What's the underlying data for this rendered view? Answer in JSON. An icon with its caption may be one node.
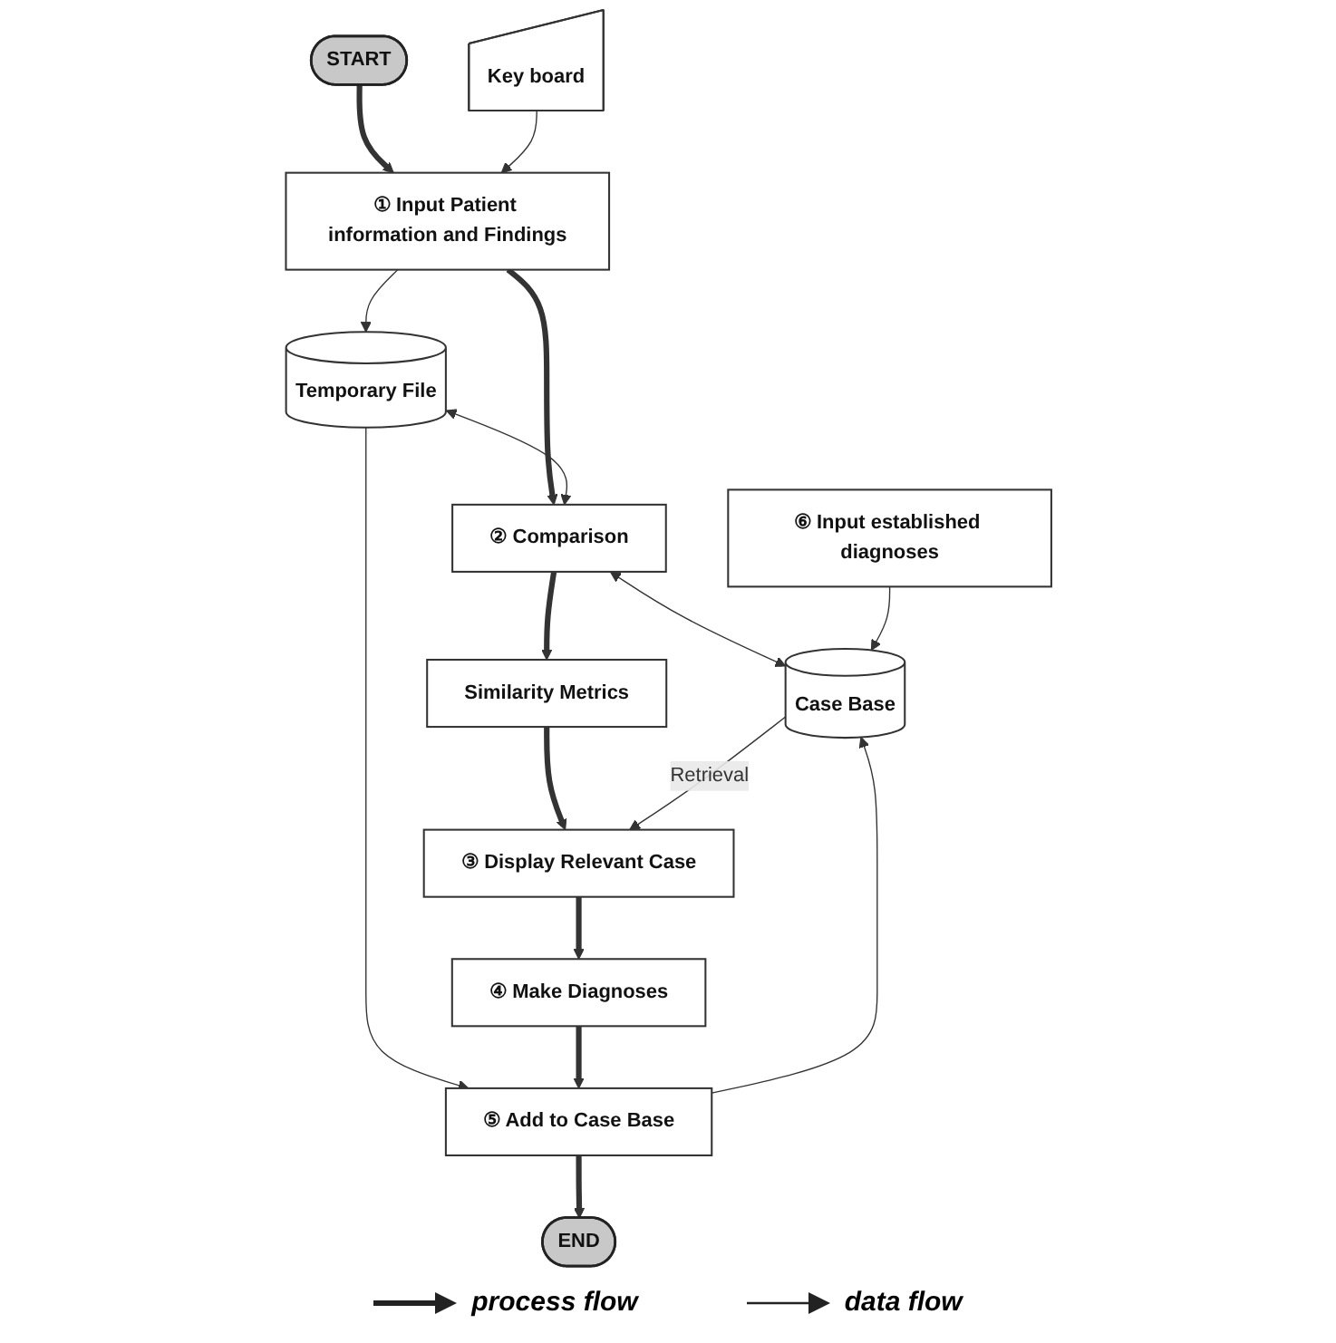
{
  "diagram": {
    "nodes": [
      {
        "text": [
          "START"
        ]
      },
      {
        "text": [
          "Key board"
        ]
      },
      {
        "text": [
          "① Input Patient information and Findings"
        ]
      },
      {
        "text": [
          "END"
        ]
      },
      {
        "text": [
          "Temporary File"
        ]
      },
      {
        "text": [
          "② Comparison"
        ]
      },
      {
        "text": [
          "⑤ Add to Case Base"
        ]
      },
      {
        "text": [
          "Similarity Metrics"
        ]
      },
      {
        "text": [
          "Case Base"
        ]
      },
      {
        "text": [
          "③ Display Relevant Case"
        ]
      },
      {
        "text": [
          "⑥ Input established diagnoses"
        ]
      },
      {
        "text": [
          "④ Make Diagnoses"
        ]
      }
    ],
    "edges": [
      {
        "from": 0,
        "to": 2,
        "arrow": "to",
        "style": "thick"
      },
      {
        "from": 1,
        "to": 2,
        "arrow": "to"
      },
      {
        "from": 2,
        "to": 4,
        "arrow": "to"
      },
      {
        "from": 2,
        "to": 5,
        "arrow": "to",
        "style": "thick"
      },
      {
        "from": 4,
        "to": 5,
        "arrow": "both"
      },
      {
        "from": 4,
        "to": 6,
        "arrow": "to"
      },
      {
        "from": 6,
        "to": 3,
        "arrow": "to",
        "style": "thick"
      },
      {
        "from": 5,
        "to": 8,
        "arrow": "both"
      },
      {
        "from": 6,
        "to": 8,
        "arrow": "to"
      },
      {
        "from": 5,
        "to": 7,
        "arrow": "to",
        "style": "thick"
      },
      {
        "from": 7,
        "to": 9,
        "arrow": "to",
        "style": "thick"
      },
      {
        "from": 8,
        "to": 9,
        "arrow": "to",
        "label": "Retrieval"
      },
      {
        "from": 10,
        "to": 8,
        "arrow": "to"
      },
      {
        "from": 9,
        "to": 11,
        "arrow": "to",
        "style": "thick"
      },
      {
        "from": 11,
        "to": 6,
        "arrow": "to",
        "style": "thick"
      }
    ],
    "legend": [
      {
        "text": "process flow"
      },
      {
        "text": "data flow"
      }
    ]
  }
}
